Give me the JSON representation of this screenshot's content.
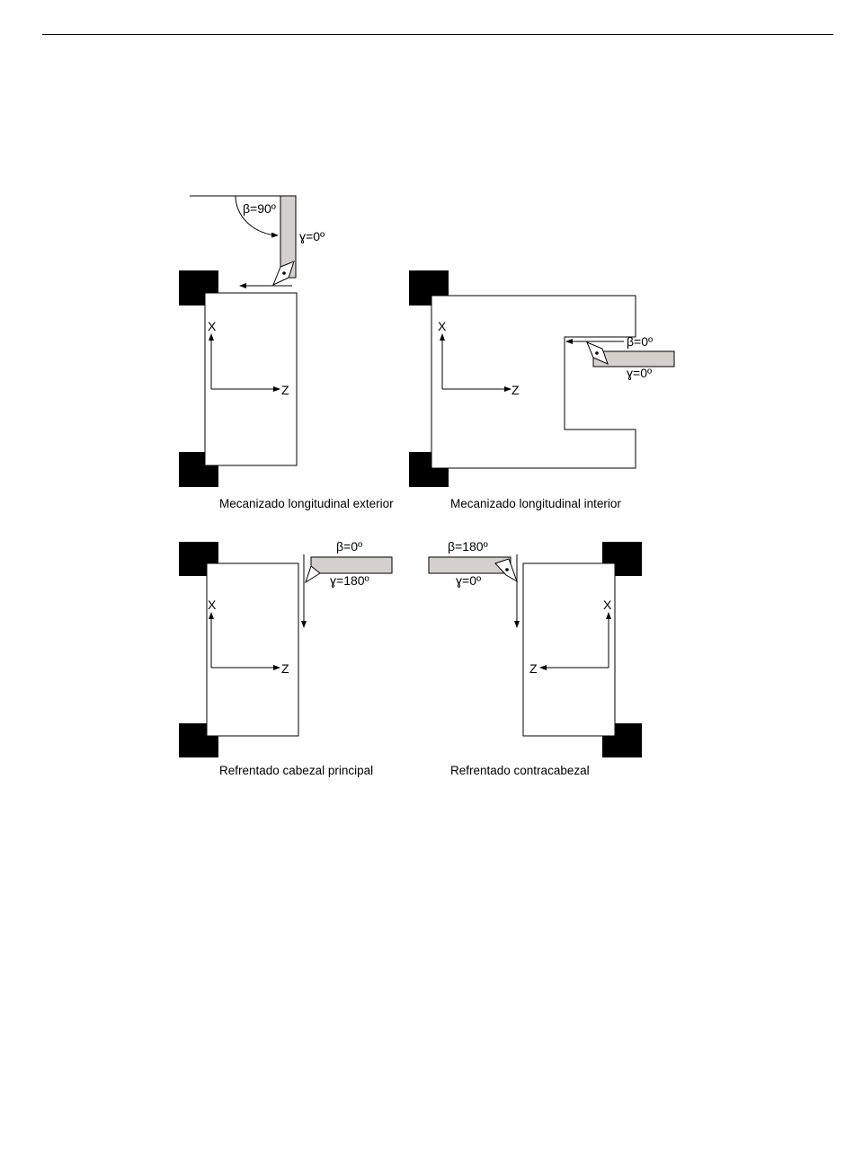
{
  "colors": {
    "chuck": "#000000",
    "tool_holder": "#d4d0cc",
    "line": "#000000",
    "workpiece": "#ffffff"
  },
  "panels": [
    {
      "id": "exterior",
      "caption": "Mecanizado longitudinal exterior",
      "beta": "β=90º",
      "gamma": "ɣ=0º",
      "axis_x": "X",
      "axis_z": "Z"
    },
    {
      "id": "interior",
      "caption": "Mecanizado longitudinal interior",
      "beta": "β=0º",
      "gamma": "ɣ=0º",
      "axis_x": "X",
      "axis_z": "Z"
    },
    {
      "id": "facing-main",
      "caption": "Refrentado cabezal principal",
      "beta": "β=0º",
      "gamma": "ɣ=180º",
      "axis_x": "X",
      "axis_z": "Z"
    },
    {
      "id": "facing-sub",
      "caption": "Refrentado contracabezal",
      "beta": "β=180º",
      "gamma": "ɣ=0º",
      "axis_x": "X",
      "axis_z": "Z"
    }
  ]
}
